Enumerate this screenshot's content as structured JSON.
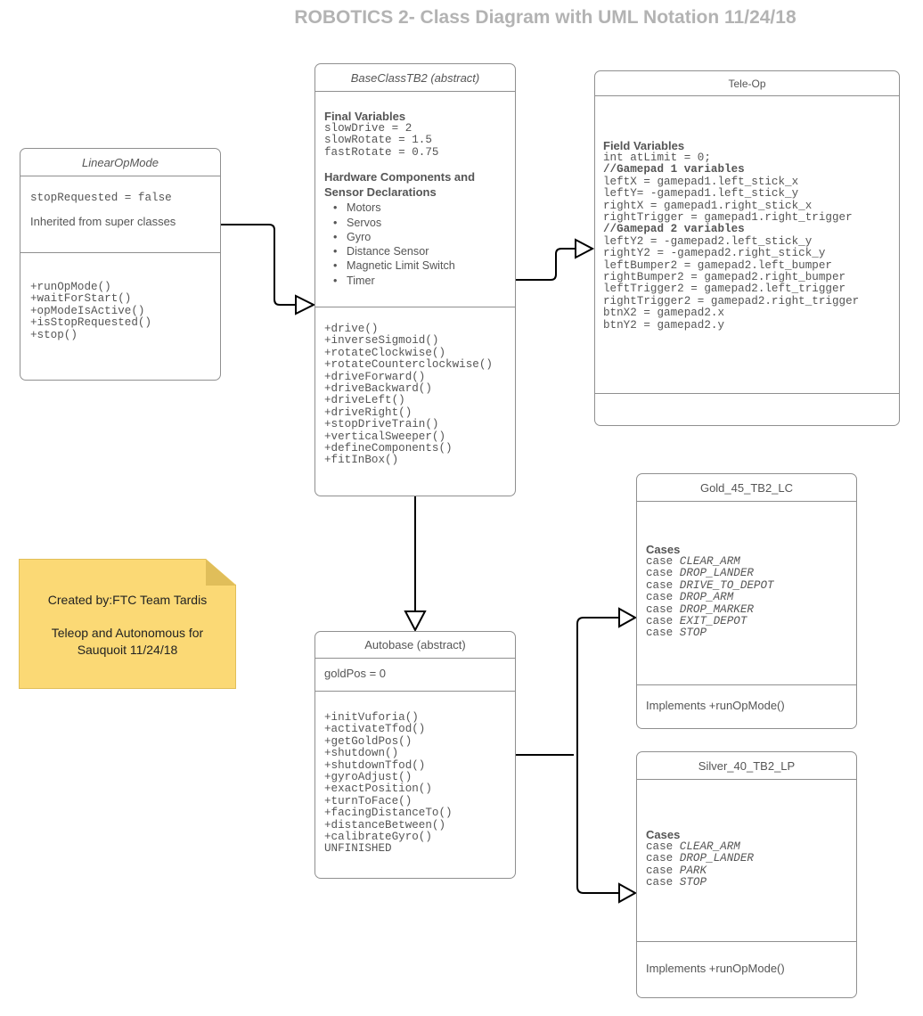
{
  "title": "ROBOTICS 2- Class Diagram with UML Notation 11/24/18",
  "linear_op_mode": {
    "name": "LinearOpMode",
    "attributes": [
      "stopRequested = false",
      "Inherited from super classes"
    ],
    "methods": [
      "+runOpMode()",
      "+waitForStart()",
      "+opModeIsActive()",
      "+isStopRequested()",
      "+stop()"
    ]
  },
  "base_class": {
    "name": "BaseClassTB2 (abstract)",
    "final_vars_heading": "Final Variables",
    "final_vars": [
      "slowDrive = 2",
      "slowRotate = 1.5",
      "fastRotate = 0.75"
    ],
    "hardware_heading_1": "Hardware Components and",
    "hardware_heading_2": "Sensor Declarations",
    "hardware": [
      "Motors",
      "Servos",
      "Gyro",
      "Distance Sensor",
      "Magnetic Limit Switch",
      "Timer"
    ],
    "methods": [
      "+drive()",
      "+inverseSigmoid()",
      "+rotateClockwise()",
      "+rotateCounterclockwise()",
      "+driveForward()",
      "+driveBackward()",
      "+driveLeft()",
      "+driveRight()",
      "+stopDriveTrain()",
      "+verticalSweeper()",
      "+defineComponents()",
      "+fitInBox()"
    ]
  },
  "tele_op": {
    "name": "Tele-Op",
    "field_heading": "Field Variables",
    "field_first": "int atLimit = 0;",
    "gamepad1_heading": "//Gamepad 1 variables",
    "gamepad1": [
      "leftX = gamepad1.left_stick_x",
      "leftY= -gamepad1.left_stick_y",
      "rightX = gamepad1.right_stick_x",
      "rightTrigger = gamepad1.right_trigger"
    ],
    "gamepad2_heading": "//Gamepad 2 variables",
    "gamepad2": [
      "leftY2 = -gamepad2.left_stick_y",
      "rightY2 = -gamepad2.right_stick_y",
      "leftBumper2 = gamepad2.left_bumper",
      "rightBumper2 = gamepad2.right_bumper",
      "leftTrigger2 = gamepad2.left_trigger",
      "rightTrigger2 = gamepad2.right_trigger",
      "btnX2 = gamepad2.x",
      "btnY2 = gamepad2.y"
    ]
  },
  "autobase": {
    "name": "Autobase (abstract)",
    "attributes": [
      "goldPos = 0"
    ],
    "methods": [
      "+initVuforia()",
      "+activateTfod()",
      "+getGoldPos()",
      "+shutdown()",
      "+shutdownTfod()",
      "+gyroAdjust()",
      "+exactPosition()",
      "+turnToFace()",
      "+facingDistanceTo()",
      "+distanceBetween()",
      "+calibrateGyro()",
      "UNFINISHED"
    ]
  },
  "gold": {
    "name": "Gold_45_TB2_LC",
    "cases_heading": "Cases",
    "case_keyword": "case",
    "cases": [
      "CLEAR_ARM",
      "DROP_LANDER",
      "DRIVE_TO_DEPOT",
      "DROP_ARM",
      "DROP_MARKER",
      "EXIT_DEPOT",
      "STOP"
    ],
    "implements": "Implements +runOpMode()"
  },
  "silver": {
    "name": "Silver_40_TB2_LP",
    "cases_heading": "Cases",
    "case_keyword": "case",
    "cases": [
      "CLEAR_ARM",
      "DROP_LANDER",
      "PARK",
      "STOP"
    ],
    "implements": "Implements +runOpMode()"
  },
  "note": {
    "line1": "Created by:FTC Team Tardis",
    "line2": "Teleop and  Autonomous for",
    "line3": "Sauquoit 11/24/18"
  },
  "colors": {
    "note_fill": "#fbd975",
    "title": "#b3b3b3",
    "border": "#8f8f8f"
  }
}
